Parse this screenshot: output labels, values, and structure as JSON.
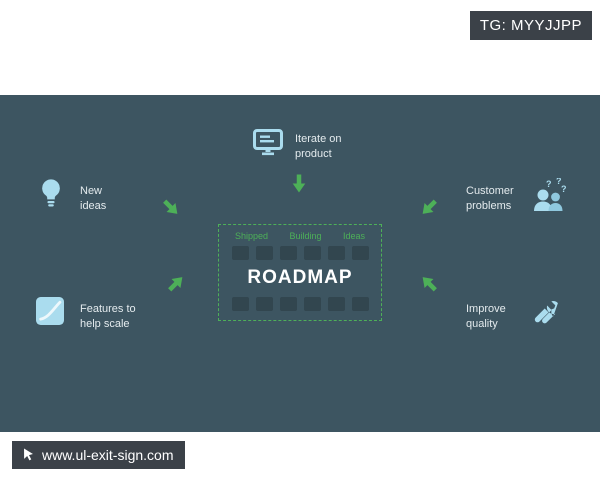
{
  "badge_top": {
    "label": "TG: MYYJJPP"
  },
  "footer": {
    "url_label": "www.ul-exit-sign.com"
  },
  "colors": {
    "panel_bg": "#3d5561",
    "accent_green": "#4db058",
    "icon_blue": "#aadcee",
    "tile": "#32464f"
  },
  "diagram": {
    "top_node": {
      "label": "Iterate on product",
      "icon": "monitor-icon"
    },
    "left_top_node": {
      "label": "New ideas",
      "icon": "lightbulb-icon"
    },
    "left_bottom_node": {
      "label": "Features to help scale",
      "icon": "feature-chart-icon"
    },
    "right_top_node": {
      "label": "Customer problems",
      "icon": "customers-question-icon"
    },
    "right_bottom_node": {
      "label": "Improve quality",
      "icon": "wrench-icon"
    },
    "roadmap": {
      "title": "ROADMAP",
      "columns": [
        "Shipped",
        "Building",
        "Ideas"
      ],
      "rows": 2,
      "columns_of_tiles": 6
    }
  }
}
